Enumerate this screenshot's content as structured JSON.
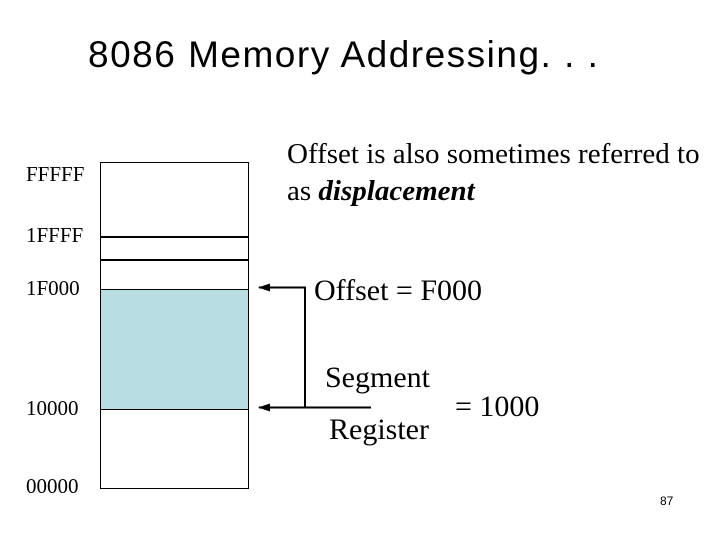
{
  "slide": {
    "title": "8086 Memory Addressing. . .",
    "page_number": "87",
    "background_color": "#ffffff",
    "text_color": "#000000"
  },
  "bullet": {
    "line1": "Offset is also sometimes referred to",
    "line2_prefix": "as ",
    "line2_emphasis": "displacement"
  },
  "memory_map": {
    "labels": [
      "FFFFF",
      "1FFFF",
      "1F000",
      "10000",
      "00000"
    ],
    "highlight_color": "#b8dde2",
    "highlight_range": "10000-1F000"
  },
  "annotations": {
    "offset": "Offset = F000",
    "segment_line1": "Segment",
    "segment_line2": "Register",
    "segment_value": "= 1000"
  }
}
